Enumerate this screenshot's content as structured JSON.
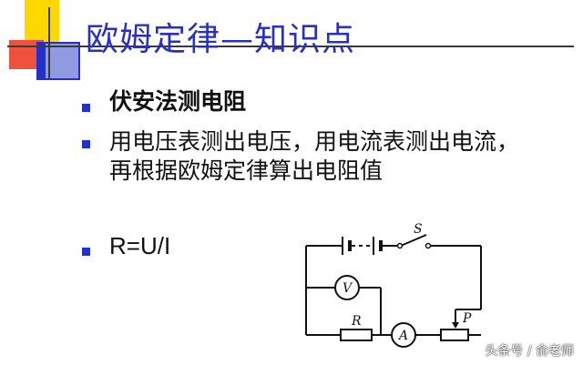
{
  "slide": {
    "title": "欧姆定律—知识点",
    "bullets": [
      {
        "lines": [
          "伏安法测电阻"
        ]
      },
      {
        "lines": [
          "用电压表测出电压，用电流表测出电流，",
          "再根据欧姆定律算出电阻值"
        ]
      },
      {
        "lines": [
          "R=U/I"
        ]
      }
    ]
  },
  "circuit": {
    "switch_label": "S",
    "voltmeter_label": "V",
    "ammeter_label": "A",
    "resistor_label": "R",
    "rheostat_label": "P"
  },
  "watermark": "头条号 / 俞老师",
  "colors": {
    "title": "#2830c0",
    "bullet": "#2530c8",
    "yellow": "#ffd800",
    "red": "#f0513c",
    "blue": "#2530c8"
  }
}
